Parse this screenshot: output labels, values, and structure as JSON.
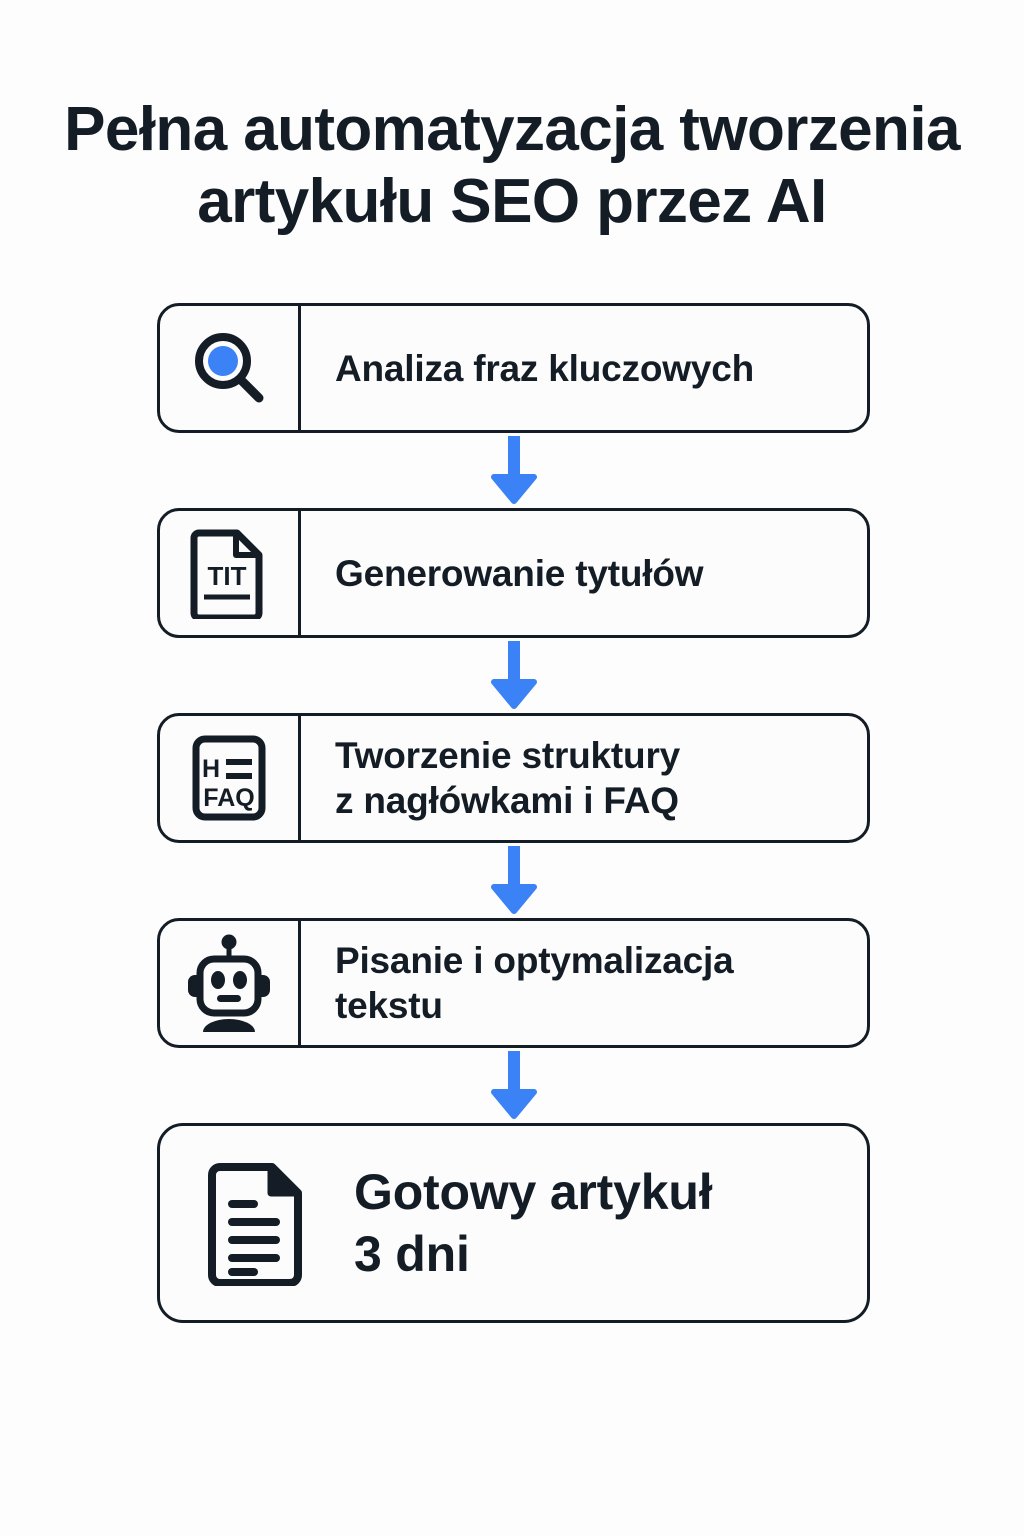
{
  "title": "Pełna automatyzacja tworzenia artykułu SEO przez AI",
  "colors": {
    "ink": "#141d26",
    "accent_blue": "#3b82f6",
    "page_background": "#fdfdfd",
    "card_background": "#fcfcfc"
  },
  "flow": {
    "steps": [
      {
        "icon": "magnifier-icon",
        "label_line1": "Analiza fraz kluczowych",
        "label_line2": ""
      },
      {
        "icon": "title-document-icon",
        "label_line1": "Generowanie tytułów",
        "label_line2": ""
      },
      {
        "icon": "heading-faq-icon",
        "label_line1": "Tworzenie struktury",
        "label_line2": "z nagłówkami i FAQ"
      },
      {
        "icon": "robot-icon",
        "label_line1": "Pisanie i optymalizacja",
        "label_line2": "tekstu"
      }
    ],
    "result": {
      "icon": "article-document-icon",
      "label_line1": "Gotowy artykuł",
      "label_line2": "3 dni"
    },
    "connector": {
      "icon": "arrow-down-icon",
      "count": 4
    }
  },
  "icon_text": {
    "title_document": "TIT",
    "heading_letter": "H",
    "faq_letters": "FAQ"
  }
}
